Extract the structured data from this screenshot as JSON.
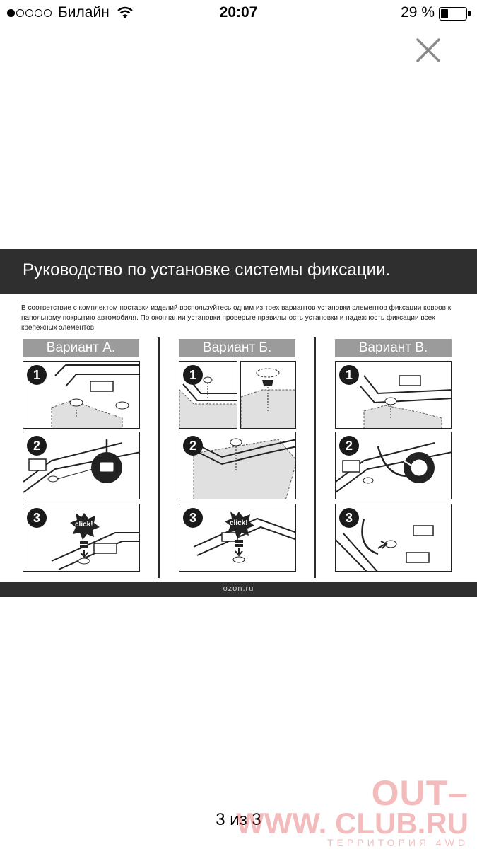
{
  "status_bar": {
    "carrier": "Билайн",
    "time": "20:07",
    "battery_percent": "29 %",
    "battery_level": 0.29,
    "signal_bars": 1
  },
  "viewer": {
    "close_icon": "close-icon",
    "page_counter": "3 из 3"
  },
  "image": {
    "title": "Руководство по установке системы фиксации.",
    "intro": "В соответствие с комплектом поставки изделий воспользуйтесь одним из трех вариантов установки элементов фиксации ковров к напольному покрытию автомобиля. По окончании установки проверьте правильность установки и надежность фиксации всех крепежных элементов.",
    "variants": [
      {
        "label": "Вариант А.",
        "steps": [
          "1",
          "2",
          "3"
        ],
        "click_text": "click!"
      },
      {
        "label": "Вариант Б.",
        "steps": [
          "1",
          "2",
          "3"
        ],
        "click_text": "click!"
      },
      {
        "label": "Вариант В.",
        "steps": [
          "1",
          "2",
          "3"
        ]
      }
    ],
    "footer": "ozon.ru"
  },
  "watermark": {
    "line1": "OUT–",
    "line2": "WWW. CLUB.RU",
    "line3": "ТЕРРИТОРИЯ 4WD"
  },
  "colors": {
    "header_bg": "#2f2f2f",
    "variant_bg": "#9b9b9b",
    "watermark": "#dc3c3c"
  }
}
